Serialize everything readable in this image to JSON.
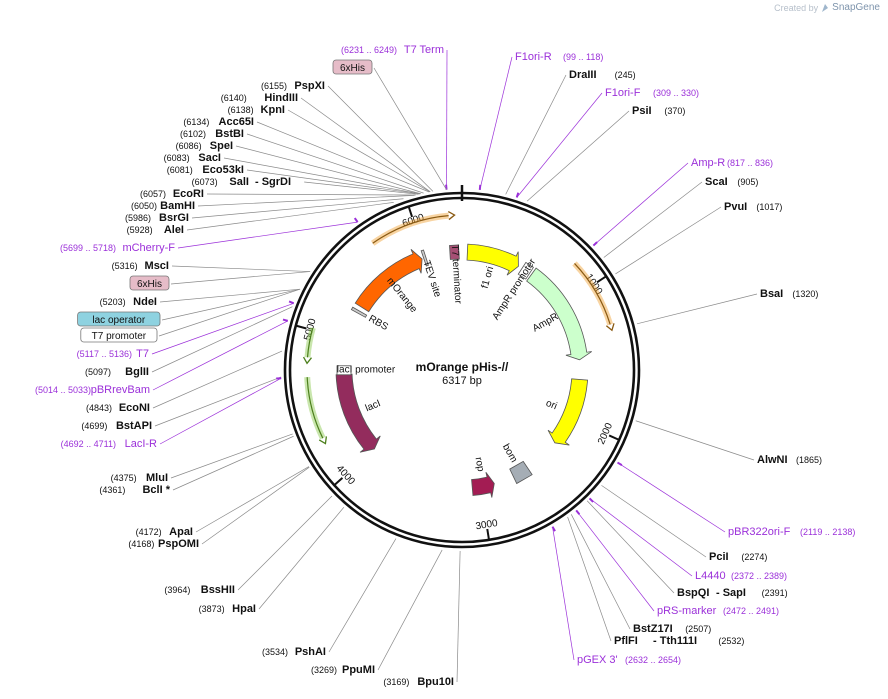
{
  "brand": {
    "created_by": "Created by",
    "name": "SnapGene"
  },
  "plasmid": {
    "name": "mOrange pHis-//",
    "length": "6317 bp",
    "total_bp": 6317
  },
  "ticks": [
    {
      "label": "1000",
      "bp": 1000
    },
    {
      "label": "2000",
      "bp": 2000
    },
    {
      "label": "3000",
      "bp": 3000
    },
    {
      "label": "4000",
      "bp": 4000
    },
    {
      "label": "5000",
      "bp": 5000
    },
    {
      "label": "6000",
      "bp": 6000
    }
  ],
  "features": [
    {
      "name": "T7 terminator",
      "start": 6233,
      "end": 6280,
      "color": "#a64f74",
      "kind": "terminator"
    },
    {
      "name": "f1 ori",
      "start": 46,
      "end": 501,
      "color": "#ffff00",
      "kind": "arrow"
    },
    {
      "name": "AmpR promoter",
      "start": 527,
      "end": 631,
      "color": "#ffffff",
      "kind": "promoter"
    },
    {
      "name": "AmpR",
      "start": 632,
      "end": 1492,
      "color": "#ccffcc",
      "kind": "arrow"
    },
    {
      "name": "ori",
      "start": 1660,
      "end": 2248,
      "color": "#ffff00",
      "kind": "arrow"
    },
    {
      "name": "bom",
      "start": 2565,
      "end": 2707,
      "color": "#a5adb5",
      "kind": "box"
    },
    {
      "name": "rop",
      "start": 2880,
      "end": 3071,
      "color": "#a31c53",
      "kind": "arrow-reverse"
    },
    {
      "name": "lacI",
      "start": 4000,
      "end": 4700,
      "color": "#932c5d",
      "kind": "arrow-reverse"
    },
    {
      "name": "lacI promoter",
      "start": 4701,
      "end": 4778,
      "color": "#ffffff",
      "kind": "promoter-reverse"
    },
    {
      "name": "mOrange",
      "start": 5300,
      "end": 5970,
      "color": "#ff6600",
      "kind": "arrow"
    },
    {
      "name": "TEV site",
      "start": 5985,
      "end": 6005,
      "color": "#cccccc",
      "kind": "box"
    },
    {
      "name": "RBS",
      "start": 5240,
      "end": 5262,
      "color": "#cccccc",
      "kind": "box"
    }
  ],
  "primer_arcs": [
    {
      "name": "mCherry-F",
      "start": 5700,
      "end": 6230,
      "color": "#f0a030",
      "dir": 1
    },
    {
      "name": "Amp-R",
      "start": 817,
      "end": 1280,
      "color": "#f0a030",
      "dir": 1
    },
    {
      "name": "lacI-R",
      "start": 4280,
      "end": 4692,
      "color": "#88c84a",
      "dir": -1
    },
    {
      "name": "pBRrevBam",
      "start": 4820,
      "end": 5014,
      "color": "#88c84a",
      "dir": -1
    }
  ],
  "labels_left": [
    {
      "pos": "(6231 .. 6249)",
      "name": "T7 Term",
      "purple": true
    },
    {
      "box": "6xHis",
      "boxColor": "#e6bcc8"
    },
    {
      "pos": "(6155)",
      "name": "PspXI"
    },
    {
      "pos": "(6140)",
      "name": "HindIII"
    },
    {
      "pos": "(6138)",
      "name": "KpnI"
    },
    {
      "pos": "(6134)",
      "name": "Acc65I"
    },
    {
      "pos": "(6102)",
      "name": "BstBI"
    },
    {
      "pos": "(6086)",
      "name": "SpeI"
    },
    {
      "pos": "(6083)",
      "name": "SacI"
    },
    {
      "pos": "(6081)",
      "name": "Eco53kI"
    },
    {
      "pos": "(6073)",
      "name": "SalI",
      "name2": "- SgrDI"
    },
    {
      "pos": "(6057)",
      "name": "EcoRI"
    },
    {
      "pos": "(6050)",
      "name": "BamHI"
    },
    {
      "pos": "(5986)",
      "name": "BsrGI"
    },
    {
      "pos": "(5928)",
      "name": "AleI"
    },
    {
      "pos": "(5699 .. 5718)",
      "name": "mCherry-F",
      "purple": true
    },
    {
      "pos": "(5316)",
      "name": "MscI"
    },
    {
      "box": "6xHis",
      "boxColor": "#e6bcc8"
    },
    {
      "pos": "(5203)",
      "name": "NdeI"
    },
    {
      "box": "lac operator",
      "boxColor": "#8ed2e0"
    },
    {
      "box": "T7 promoter",
      "boxColor": "#ffffff"
    },
    {
      "pos": "(5117 .. 5136)",
      "name": "T7",
      "purple": true
    },
    {
      "pos": "(5097)",
      "name": "BglII"
    },
    {
      "pos": "(5014 .. 5033)",
      "name": "pBRrevBam",
      "purple": true
    },
    {
      "pos": "(4843)",
      "name": "EcoNI"
    },
    {
      "pos": "(4699)",
      "name": "BstAPI"
    },
    {
      "pos": "(4692 .. 4711)",
      "name": "LacI-R",
      "purple": true
    },
    {
      "pos": "(4375)",
      "name": "MluI"
    },
    {
      "pos": "(4361)",
      "name": "BclI *"
    },
    {
      "pos": "(4172)",
      "name": "ApaI"
    },
    {
      "pos": "(4168)",
      "name": "PspOMI"
    },
    {
      "pos": "(3964)",
      "name": "BssHII"
    },
    {
      "pos": "(3873)",
      "name": "HpaI"
    },
    {
      "pos": "(3534)",
      "name": "PshAI"
    },
    {
      "pos": "(3269)",
      "name": "PpuMI"
    },
    {
      "pos": "(3169)",
      "name": "Bpu10I"
    }
  ],
  "labels_right": [
    {
      "name": "F1ori-R",
      "pos": "(99 .. 118)",
      "purple": true
    },
    {
      "name": "DraIII",
      "pos": "(245)"
    },
    {
      "name": "F1ori-F",
      "pos": "(309 .. 330)",
      "purple": true
    },
    {
      "name": "PsiI",
      "pos": "(370)"
    },
    {
      "name": "Amp-R",
      "pos": "(817 .. 836)",
      "purple": true
    },
    {
      "name": "ScaI",
      "pos": "(905)"
    },
    {
      "name": "PvuI",
      "pos": "(1017)"
    },
    {
      "name": "BsaI",
      "pos": "(1320)"
    },
    {
      "name": "AlwNI",
      "pos": "(1865)"
    },
    {
      "name": "pBR322ori-F",
      "pos": "(2119 .. 2138)",
      "purple": true
    },
    {
      "name": "PciI",
      "pos": "(2274)"
    },
    {
      "name": "L4440",
      "pos": "(2372 .. 2389)",
      "purple": true
    },
    {
      "name": "BspQI",
      "name2": "- SapI",
      "pos": "(2391)"
    },
    {
      "name": "pRS-marker",
      "pos": "(2472 .. 2491)",
      "purple": true
    },
    {
      "name": "BstZ17I",
      "pos": "(2507)"
    },
    {
      "name": "PflFI",
      "name2": "- Tth111I",
      "pos": "(2532)"
    },
    {
      "name": "pGEX 3'",
      "pos": "(2632 .. 2654)",
      "purple": true
    }
  ],
  "colors": {
    "purple": "#9b30d9",
    "black": "#111111",
    "line": "#888888"
  }
}
